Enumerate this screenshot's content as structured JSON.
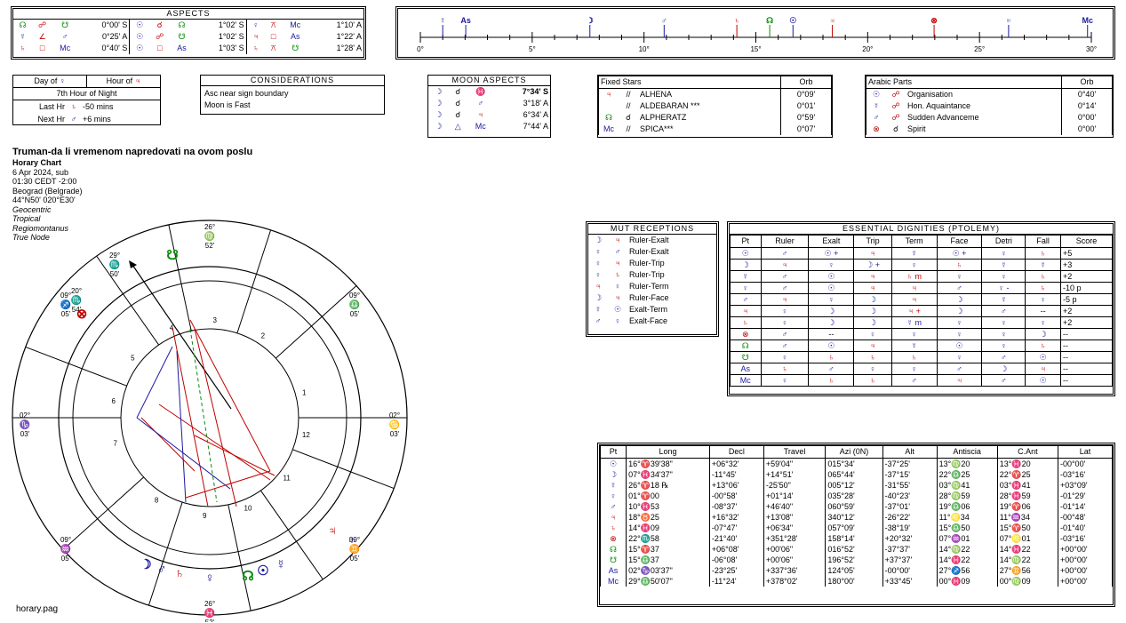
{
  "aspects": {
    "title": "ASPECTS",
    "cols": [
      [
        [
          "☊",
          "☍",
          "☋",
          "0°00' S"
        ],
        [
          "☿",
          "∠",
          "♂",
          "0°25' A"
        ],
        [
          "♄",
          "□",
          "Mc",
          "0°40' S"
        ]
      ],
      [
        [
          "☉",
          "☌",
          "☊",
          "1°02' S"
        ],
        [
          "☉",
          "☍",
          "☋",
          "1°02' S"
        ],
        [
          "☉",
          "□",
          "As",
          "1°03' S"
        ]
      ],
      [
        [
          "♀",
          "⚻",
          "Mc",
          "1°10' A"
        ],
        [
          "♃",
          "□",
          "As",
          "1°22' A"
        ],
        [
          "♄",
          "⚻",
          "☋",
          "1°28' A"
        ]
      ]
    ]
  },
  "timeline": {
    "ticks": [
      "0°",
      "5°",
      "10°",
      "15°",
      "20°",
      "25°",
      "30°"
    ],
    "marks": [
      "☿",
      "As",
      "☽",
      "♂",
      "♄",
      "☊",
      "☉",
      "♃",
      "⊗",
      "♅",
      "Mc"
    ]
  },
  "hours": {
    "day_of": "Day of",
    "day_of_planet": "♀",
    "hour_of": "Hour of",
    "hour_of_planet": "♃",
    "hour_line": "7th Hour of Night",
    "last_hr": "Last Hr",
    "last_planet": "♄",
    "last_val": "-50 mins",
    "next_hr": "Next Hr",
    "next_planet": "♂",
    "next_val": "+6 mins"
  },
  "considerations": {
    "title": "CONSIDERATIONS",
    "items": [
      "Asc near sign boundary",
      "Moon is Fast"
    ]
  },
  "moon_aspects": {
    "title": "MOON ASPECTS",
    "rows": [
      [
        "☽",
        "☌",
        "♓",
        "7°34' S"
      ],
      [
        "☽",
        "☌",
        "♂",
        "3°18' A"
      ],
      [
        "☽",
        "☌",
        "♃",
        "6°34' A"
      ],
      [
        "☽",
        "△",
        "Mc",
        "7°44' A"
      ]
    ]
  },
  "fixed_stars": {
    "title": "Fixed Stars",
    "orb": "Orb",
    "rows": [
      [
        "♃",
        "//",
        "ALHENA",
        "0°09'"
      ],
      [
        "",
        "//",
        "ALDEBARAN ***",
        "0°01'"
      ],
      [
        "☊",
        "☌",
        "ALPHERATZ",
        "0°59'"
      ],
      [
        "Mc",
        "//",
        "SPICA***",
        "0°07'"
      ]
    ]
  },
  "arabic_parts": {
    "title": "Arabic Parts",
    "orb": "Orb",
    "rows": [
      [
        "☉",
        "☍",
        "Organisation",
        "0°40'"
      ],
      [
        "☿",
        "☍",
        "Hon. Aquaintance",
        "0°14'"
      ],
      [
        "♂",
        "☍",
        "Sudden Advanceme",
        "0°00'"
      ],
      [
        "⊗",
        "☌",
        "Spirit",
        "0°00'"
      ]
    ]
  },
  "chart_info": {
    "title": "Truman-da li vremenom napredovati na ovom poslu",
    "lines": [
      "Horary Chart",
      "6 Apr 2024, sub",
      "01:30  CEDT -2:00",
      "Beograd (Belgrade)",
      "44°N50' 020°E30'"
    ],
    "italic": [
      "Geocentric",
      "Tropical",
      "Regiomontanus",
      "True Node"
    ]
  },
  "wheel": {
    "cusps": [
      [
        "26°",
        "♍",
        "52'"
      ],
      [
        "09°",
        "♎",
        "05'"
      ],
      [
        "02°",
        "♋",
        "03'"
      ],
      [
        "09°",
        "♊",
        "05'"
      ],
      [
        "26°",
        "♓",
        "52'"
      ],
      [
        "09°",
        "♒",
        "05'"
      ],
      [
        "02°",
        "♑",
        "03'"
      ],
      [
        "09°",
        "♐",
        "05'"
      ],
      [
        "29°",
        "♏",
        "50'"
      ],
      [
        "20°",
        "♏",
        "54'"
      ]
    ],
    "houses": [
      "1",
      "2",
      "3",
      "4",
      "5",
      "6",
      "7",
      "8",
      "9",
      "10",
      "11",
      "12"
    ]
  },
  "mut_receptions": {
    "title": "MUT RECEPTIONS",
    "rows": [
      [
        "☽",
        "♃",
        "Ruler-Exalt"
      ],
      [
        "♀",
        "♂",
        "Ruler-Exalt"
      ],
      [
        "♀",
        "♃",
        "Ruler-Trip"
      ],
      [
        "♀",
        "♄",
        "Ruler-Trip"
      ],
      [
        "♃",
        "♀",
        "Ruler-Term"
      ],
      [
        "☽",
        "♃",
        "Ruler-Face"
      ],
      [
        "☿",
        "☉",
        "Exalt-Term"
      ],
      [
        "♂",
        "♀",
        "Exalt-Face"
      ]
    ]
  },
  "dignities": {
    "title": "ESSENTIAL DIGNITIES (PTOLEMY)",
    "headers": [
      "Pt",
      "Ruler",
      "Exalt",
      "Trip",
      "Term",
      "Face",
      "Detri",
      "Fall",
      "Score"
    ],
    "rows": [
      [
        "☉",
        "♂",
        "☉ +",
        "♃",
        "☿",
        "☉ +",
        "♀",
        "♄",
        "+5"
      ],
      [
        "☽",
        "♃",
        "♀",
        "☽ +",
        "♀",
        "♄",
        "☿",
        "☿",
        "+3"
      ],
      [
        "☿",
        "♂",
        "☉",
        "♃",
        "♄ m",
        "♀",
        "♀",
        "♄",
        "+2"
      ],
      [
        "♀",
        "♂",
        "☉",
        "♃",
        "♃",
        "♂",
        "♀ -",
        "♄",
        "-10 p"
      ],
      [
        "♂",
        "♃",
        "♀",
        "☽",
        "♃",
        "☽",
        "☿",
        "♀",
        "-5 p"
      ],
      [
        "♃",
        "♀",
        "☽",
        "☽",
        "♃ +",
        "☽",
        "♂",
        "--",
        "+2"
      ],
      [
        "♄",
        "♀",
        "☽",
        "☽",
        "☿ m",
        "♀",
        "♀",
        "♀",
        "+2"
      ],
      [
        "⊗",
        "♂",
        "--",
        "♀",
        "♀",
        "♀",
        "♀",
        "☽",
        "--"
      ],
      [
        "☊",
        "♂",
        "☉",
        "♃",
        "☿",
        "☉",
        "♀",
        "♄",
        "--"
      ],
      [
        "☋",
        "♀",
        "♄",
        "♄",
        "♄",
        "♀",
        "♂",
        "☉",
        "--"
      ],
      [
        "As",
        "♄",
        "♂",
        "♀",
        "♀",
        "♂",
        "☽",
        "♃",
        "--"
      ],
      [
        "Mc",
        "♀",
        "♄",
        "♄",
        "♂",
        "♃",
        "♂",
        "☉",
        "--"
      ]
    ]
  },
  "positions": {
    "headers": [
      "Pt",
      "Long",
      "Decl",
      "Travel",
      "Azi (0N)",
      "Alt",
      "Antiscia",
      "C.Ant",
      "Lat"
    ],
    "rows": [
      [
        "☉",
        "16°♈39'38\"",
        "+06°32'",
        "+59'04\"",
        "015°34'",
        "-37°25'",
        "13°♍20",
        "13°♓20",
        "-00°00'"
      ],
      [
        "☽",
        "07°♓34'37\"",
        "-11°45'",
        "+14°51'",
        "065°44'",
        "-37°15'",
        "22°♎25",
        "22°♈25",
        "-03°16'"
      ],
      [
        "☿",
        "26°♈18 ℞",
        "+13°06'",
        "-25'50\"",
        "005°12'",
        "-31°55'",
        "03°♍41",
        "03°♓41",
        "+03°09'"
      ],
      [
        "♀",
        "01°♈00",
        "-00°58'",
        "+01°14'",
        "035°28'",
        "-40°23'",
        "28°♍59",
        "28°♓59",
        "-01°29'"
      ],
      [
        "♂",
        "10°♓53",
        "-08°37'",
        "+46'40\"",
        "060°59'",
        "-37°01'",
        "19°♎06",
        "19°♈06",
        "-01°14'"
      ],
      [
        "♃",
        "18°♉25",
        "+16°32'",
        "+13'08\"",
        "340°12'",
        "-26°22'",
        "11°♌34",
        "11°♒34",
        "-00°48'"
      ],
      [
        "♄",
        "14°♓09",
        "-07°47'",
        "+06'34\"",
        "057°09'",
        "-38°19'",
        "15°♎50",
        "15°♈50",
        "-01°40'"
      ],
      [
        "⊗",
        "22°♏58",
        "-21°40'",
        "+351°28'",
        "158°14'",
        "+20°32'",
        "07°♒01",
        "07°♌01",
        "-03°16'"
      ],
      [
        "☊",
        "15°♈37",
        "+06°08'",
        "+00'06\"",
        "016°52'",
        "-37°37'",
        "14°♍22",
        "14°♓22",
        "+00°00'"
      ],
      [
        "☋",
        "15°♎37",
        "-06°08'",
        "+00'06\"",
        "196°52'",
        "+37°37'",
        "14°♓22",
        "14°♍22",
        "+00°00'"
      ],
      [
        "As",
        "02°♑03'37\"",
        "-23°25'",
        "+337°36'",
        "124°05'",
        "-00°00'",
        "27°♐56",
        "27°♊56",
        "+00°00'"
      ],
      [
        "Mc",
        "29°♎50'07\"",
        "-11°24'",
        "+378°02'",
        "180°00'",
        "+33°45'",
        "00°♓09",
        "00°♍09",
        "+00°00'"
      ]
    ]
  },
  "filename": "horary.pag"
}
